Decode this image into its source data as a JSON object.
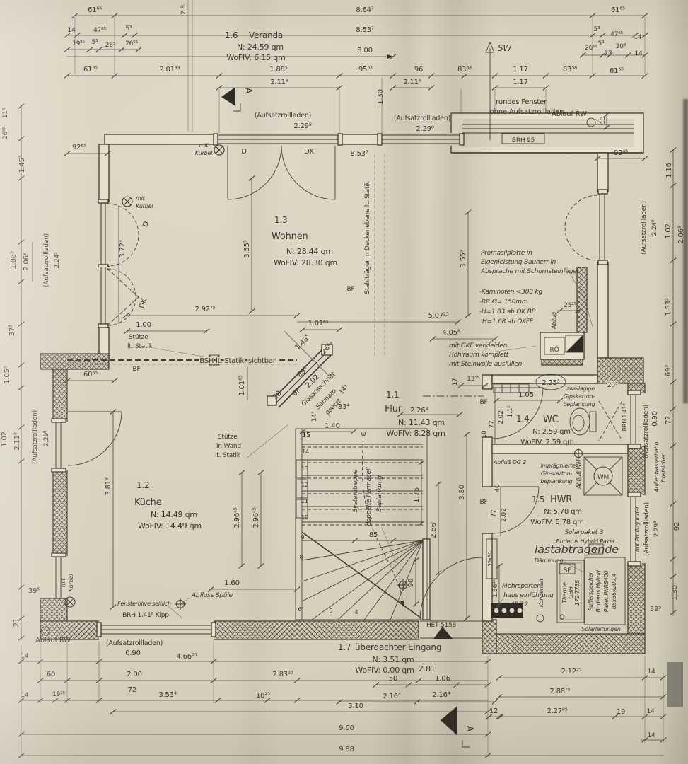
{
  "meta": {
    "paper_color": "#d8d2bf",
    "ink_color": "#3c3930",
    "type": "architectural floor plan (German, Erdgeschoss)"
  },
  "r": {
    "ver": {
      "no": "1.6",
      "name": "Veranda",
      "n": "N:  24.59  qm",
      "w": "WoFIV:  6.15  qm"
    },
    "woh": {
      "no": "1.3",
      "name": "Wohnen",
      "n": "N:  28.44  qm",
      "w": "WoFIV:  28.30  qm"
    },
    "kue": {
      "no": "1.2",
      "name": "Küche",
      "n": "N:  14.49  qm",
      "w": "WoFIV:  14.49  qm"
    },
    "flu": {
      "no": "1.1",
      "name": "Flur",
      "n": "N:  11.43  qm",
      "w": "WoFIV:  8.28  qm"
    },
    "wc": {
      "no": "1.4",
      "name": "WC",
      "n": "N:  2.59  qm",
      "w": "WoFIV:  2.59  qm"
    },
    "hwr": {
      "no": "1.5",
      "name": "HWR",
      "n": "N:  5.78  qm",
      "w": "WoFIV:  5.78  qm"
    },
    "ein": {
      "no": "1.7",
      "name": "überdachter Eingang",
      "n": "N:  3.51  qm",
      "w": "WoFIV:  0.00  qm"
    }
  },
  "d": {
    "t61": "61⁶⁵",
    "t14": "14",
    "t47": "47⁶⁵",
    "t5": "5³",
    "t19": "19²⁵",
    "t28": "28⁵",
    "t26": "26⁶⁵",
    "t27": "27",
    "t20": "20⁵",
    "t201": "2.01³³",
    "t188": "1.88⁵",
    "t211": "2.11⁸",
    "t95": "95⁵²",
    "t96": "96",
    "t83a": "83⁶⁸",
    "t83b": "83⁵⁸",
    "t117": "1.17",
    "t864": "8.64⁷",
    "t853": "8.53⁷",
    "t800": "8.00",
    "t28r": "2.8",
    "t130": "1.30",
    "l11": "11⁵",
    "l26": "26⁶⁸",
    "l145": "1.45⁵",
    "l206": "2.06⁸",
    "l37": "37⁵",
    "l105": "1.05⁵",
    "l102": "1.02",
    "l39": "39⁵",
    "l21": "21",
    "l92": "92⁶⁵",
    "l60": "60⁶⁵",
    "l224": "2.24⁵",
    "d229": "2.29⁸",
    "r224": "2.24⁸",
    "r116": "1.16",
    "r153": "1.53³",
    "r69": "69³",
    "r72": "72",
    "r090": "0.90",
    "r92": "92",
    "r9245": "92⁴⁵",
    "r13": "13",
    "m292": "2.92⁷⁵",
    "m100": "1.00",
    "m101": "1.01⁶⁵",
    "m507": "5.07²⁵",
    "m405": "4.05⁸",
    "m355": "3.55⁵",
    "m372": "3.72³",
    "m381": "3.81³",
    "m296": "2.96⁴⁵",
    "m160": "1.60",
    "m140": "1.40",
    "m143": "1.43⁵",
    "m2664": "26⁶⁴",
    "m89": "89⁵",
    "m202": "2.02",
    "m28": "28",
    "m143b": "14³",
    "m83": "83⁴",
    "m144": "14⁴",
    "m15": "15",
    "m226": "2.26⁴",
    "m1355": "13⁵⁵",
    "m17": "17",
    "m105": "1.05",
    "m225": "2.25⁵",
    "m115": "1.1⁵",
    "m77": "77",
    "m10": "10",
    "m40": "40",
    "m136": "1.36¹⁵",
    "m85": "85",
    "m90": "90",
    "m176": "1.76",
    "m266": "2.66",
    "m380": "3.80",
    "m2525": "25²⁵",
    "b466": "4.66⁷⁵",
    "b60": "60",
    "b200": "2.00",
    "b283": "2.83²⁵",
    "b353": "3.53⁴",
    "b1825": "18²⁵",
    "b960": "9.60",
    "b988": "9.88",
    "b310": "3.10",
    "b50": "50",
    "b106": "1.06",
    "b216": "2.16⁴",
    "b281": "2.81",
    "b12": "12",
    "b212": "2.12²⁵",
    "b288": "2.88⁷⁵",
    "b227": "2.27⁹⁵",
    "b19": "19",
    "n11": "11",
    "n9": "9",
    "n8": "8",
    "n6": "6",
    "n5": "5",
    "n4": "4"
  },
  "a": {
    "aufsatz": "(Aufsatzrollladen)",
    "mit": "mit",
    "kurbel": "Kurbel",
    "brh95": "BRH  95",
    "rundes": "rundes  Fenster",
    "ohne": "ohne  Aufsatzrollladen",
    "ablaufrw": "Ablauf  RW",
    "stahl": "Stahlträger in Deckenebene lt. Statik",
    "promasil1": "Promasilplatte  in",
    "promasil2": "Eigenleistung  Bauherr  in",
    "promasil3": "Absprache  mit  Schornsteinfeger",
    "kamin1": "-Kaminofen  <300  kg",
    "kamin2": "-RR  Ø=  150mm",
    "kamin3": "-H=1.83  ab  OK  BP",
    "kamin4": "H=1.68  ab  OKFF",
    "gkf1": "mit  GKF  verkleiden",
    "gkf2": "Hohlraum  komplett",
    "gkf3": "mit  Steinwolle  ausfüllen",
    "abzug": "Abzug",
    "bsh": "BSH  lt.  Statik,  sichtbar",
    "stuetze": "Stütze",
    "ltstatik": "lt.  Statik",
    "inwand": "in  Wand",
    "glas1": "Glasausschnitt",
    "glas2": "Satinato,",
    "glas3": "geätzt",
    "sys1": "Systemtreppe",
    "sys2": "doppelte  Fermacell",
    "sys3": "Beplankung",
    "zwei": "zweilagige",
    "gips": "Gipskarton-",
    "bepl": "beplankung",
    "impra": "imprägnierte",
    "abdg": "Abfluß  DG  2",
    "abwm": "Abfluß  WM",
    "absp": "Abfluss  Spüle",
    "fenst": "Fensterolive  seitlich",
    "brh141k": "BRH  1.41⁸  Kipp",
    "brh141": "BRH  1.41⁸",
    "het": "HET 5156",
    "solar1": "Solarpaket  3",
    "solar2": "Buderus  Hybrid  Paket",
    "last1": "lastabtragende",
    "last2": "Dämmung",
    "therme1": "Therme",
    "therme2": "GBH",
    "therme3": "172-T75S",
    "puffer1": "Pufferspeicher",
    "puffer2": "Buderus  Hybrid",
    "puffer3": "Paket  PNRS400",
    "puffer4": "85x66x209,4",
    "kond": "Kondensat",
    "soll": "Solarleitungen",
    "mehr1": "Mehrsparten-",
    "mehr2": "haus einführung",
    "mehr3": "48/12",
    "b5530": "55x30",
    "awh1": "Außenwasserhahn",
    "awh2": "frostsicher",
    "profil": "mit  Profilzylinder"
  },
  "sym": {
    "sw": "SW",
    "a": "A",
    "d": "D",
    "dk": "DK",
    "bf": "BF",
    "roe": "RÖ",
    "sf": "SF",
    "wm": "WM"
  }
}
